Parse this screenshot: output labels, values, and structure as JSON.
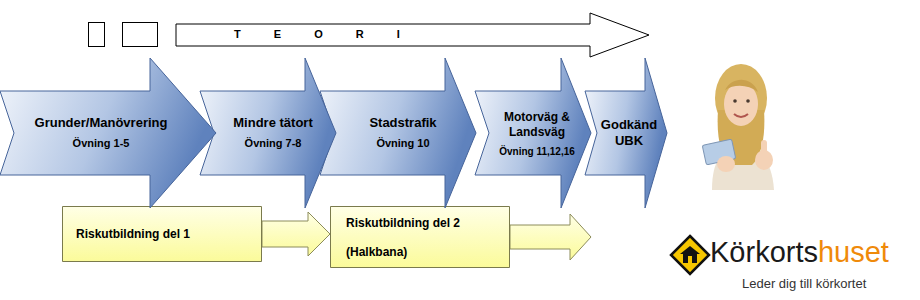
{
  "diagram": {
    "nodes": [
      {
        "text": [
          "T E O R I"
        ]
      },
      {
        "text": [
          "Grunder/Manövrering",
          "Övning 1-5"
        ]
      },
      {
        "text": [
          "Mindre tätort",
          "Övning 7-8"
        ]
      },
      {
        "text": [
          "Stadstrafik",
          "Övning 10"
        ]
      },
      {
        "text": [
          "Motorväg & Landsväg",
          "Övning 11,12,16"
        ]
      },
      {
        "text": [
          "Godkänd UBK"
        ]
      },
      {
        "text": [
          "Riskutbildning del 1"
        ]
      },
      {
        "text": [
          "Riskutbildning del 2",
          "(Halkbana)"
        ]
      }
    ],
    "edges": [
      {
        "from": 6,
        "to": 7,
        "arrow": "to"
      }
    ],
    "labels": [
      "Körkorts",
      "huset",
      "Leder dig till körkortet"
    ]
  }
}
